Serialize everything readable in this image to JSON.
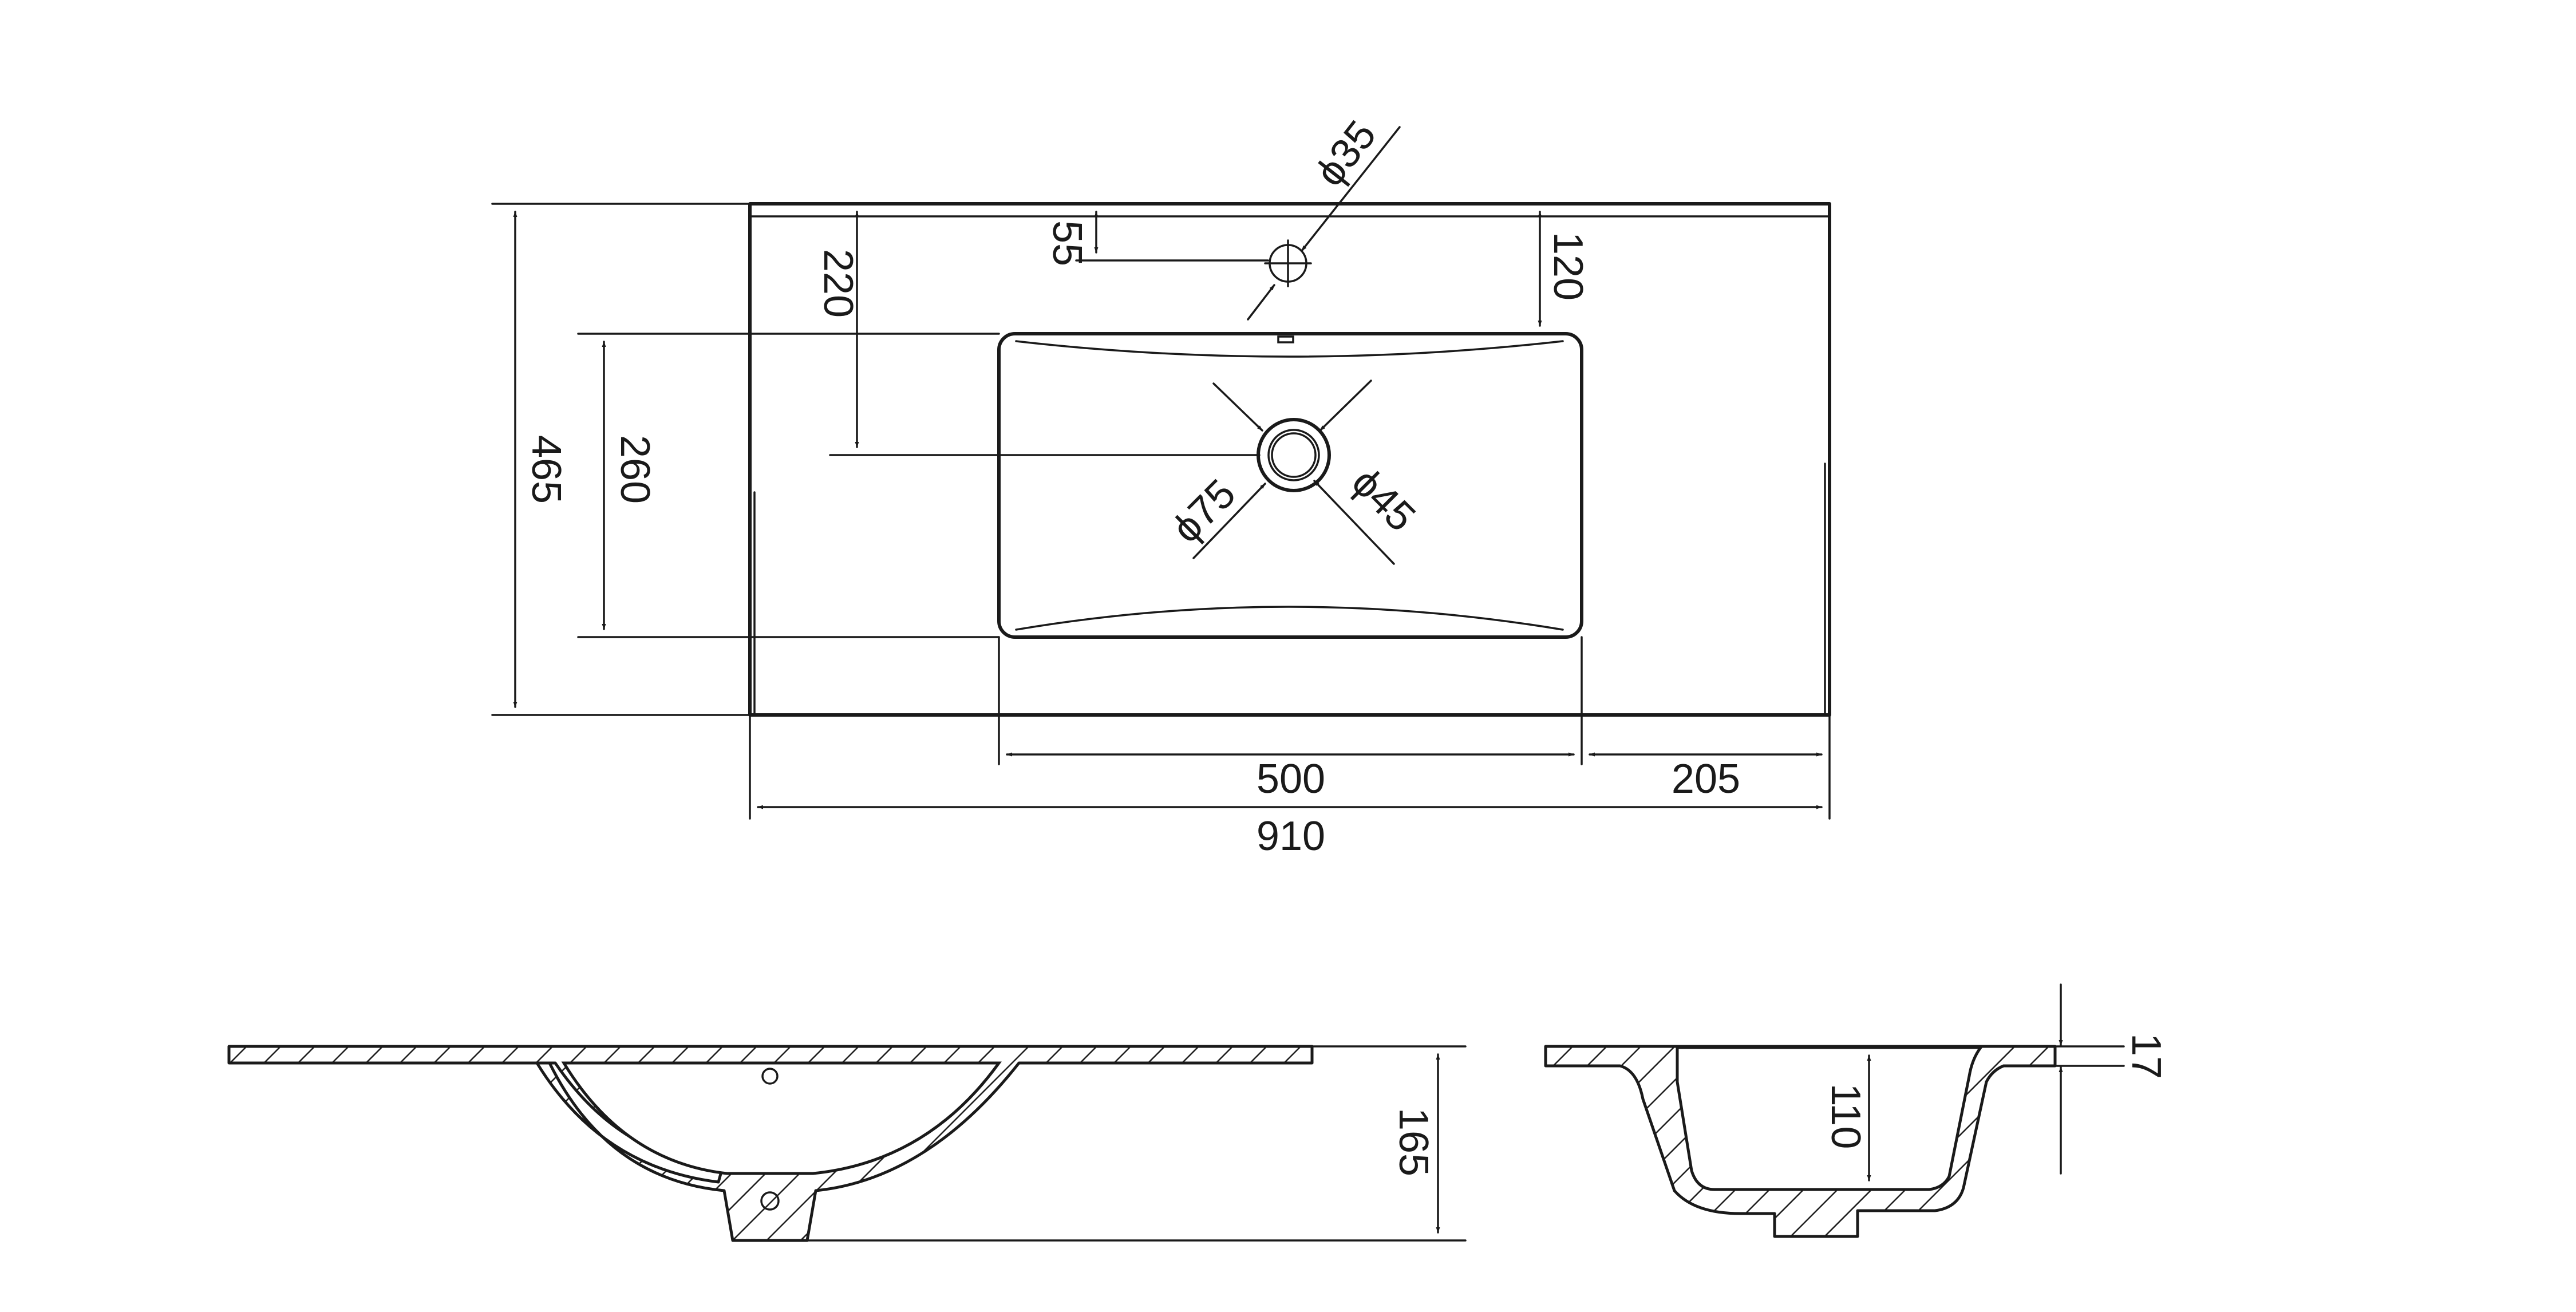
{
  "diagram": {
    "top_view": {
      "overall_width": "910",
      "overall_depth": "465",
      "bowl_width": "500",
      "right_offset": "205",
      "bowl_depth": "260",
      "tap_hole_offset": "55",
      "drain_center_offset": "220",
      "bowl_rim_offset": "120",
      "tap_hole_diameter": "ϕ35",
      "drain_outer_diameter": "ϕ75",
      "drain_inner_diameter": "ϕ45"
    },
    "front_section": {
      "height": "165"
    },
    "side_section": {
      "rim_thickness": "17",
      "bowl_depth": "110"
    }
  }
}
